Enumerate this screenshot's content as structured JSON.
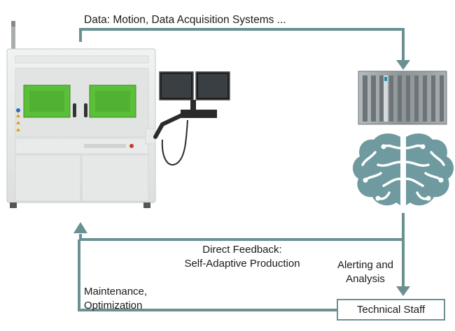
{
  "labels": {
    "data_flow": "Data: Motion, Data Acquisition Systems ...",
    "feedback_line1": "Direct Feedback:",
    "feedback_line2": "Self-Adaptive Production",
    "alerting_line1": "Alerting and",
    "alerting_line2": "Analysis",
    "maintenance_line1": "Maintenance,",
    "maintenance_line2": "Optimization",
    "technical_staff": "Technical Staff"
  },
  "colors": {
    "arrow": "#6a9092",
    "brain": "#6f9aa0",
    "machine_window": "#5bbf3a",
    "server_body": "#8f969b"
  },
  "icons": {
    "machine": "production-machine-icon",
    "monitors": "dual-monitor-icon",
    "server": "industrial-pc-icon",
    "brain": "brain-icon"
  }
}
